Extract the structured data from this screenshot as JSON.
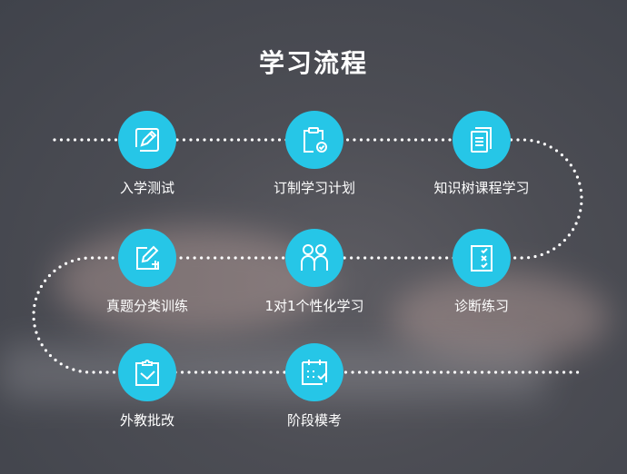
{
  "title": "学习流程",
  "accent": "#26c6e7",
  "steps": [
    {
      "label": "入学测试",
      "icon": "pencil-square-icon"
    },
    {
      "label": "订制学习计划",
      "icon": "clipboard-check-icon"
    },
    {
      "label": "知识树课程学习",
      "icon": "documents-icon"
    },
    {
      "label": "真题分类训练",
      "icon": "edit-plus-icon"
    },
    {
      "label": "1对1个性化学习",
      "icon": "two-people-icon"
    },
    {
      "label": "诊断练习",
      "icon": "checklist-icon"
    },
    {
      "label": "外教批改",
      "icon": "clipboard-tick-icon"
    },
    {
      "label": "阶段模考",
      "icon": "calendar-check-icon"
    }
  ]
}
